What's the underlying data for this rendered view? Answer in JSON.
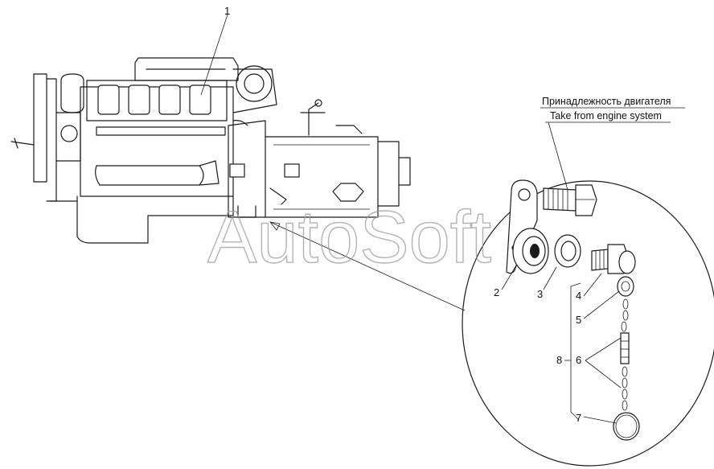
{
  "captions": {
    "ru": "Принадлежность двигателя",
    "en": "Take from engine system"
  },
  "callouts": {
    "c1": "1",
    "c2": "2",
    "c3": "3",
    "c4": "4",
    "c5": "5",
    "c6": "6",
    "c7": "7",
    "c8": "8"
  },
  "watermark": "AutoSoft"
}
